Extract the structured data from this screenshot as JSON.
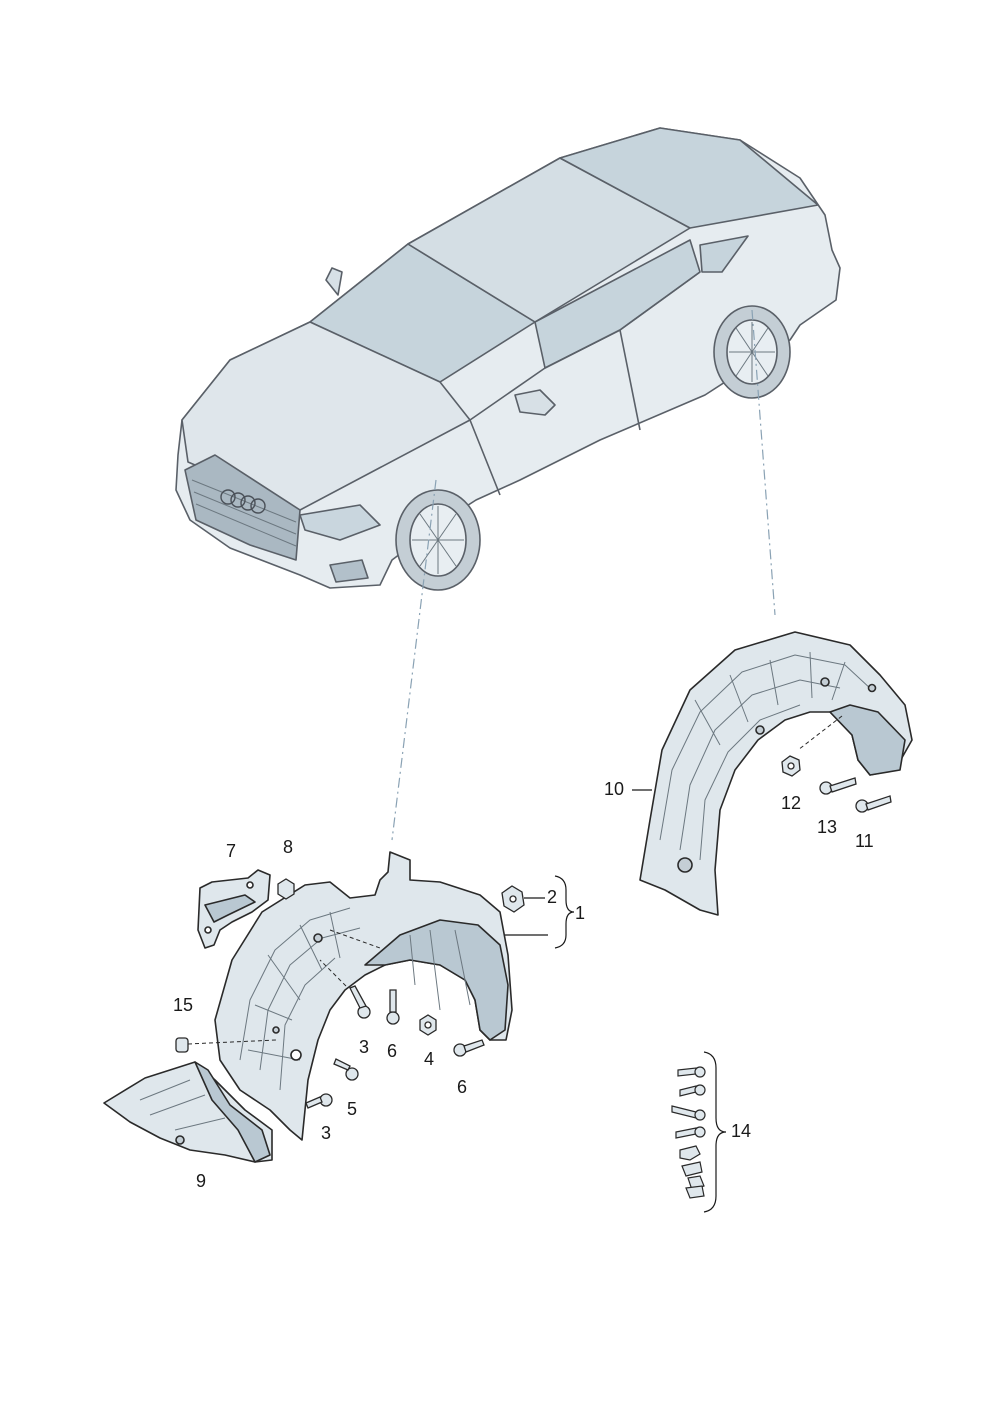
{
  "callouts": {
    "c1": "1",
    "c2": "2",
    "c3a": "3",
    "c3b": "3",
    "c4": "4",
    "c5": "5",
    "c6a": "6",
    "c6b": "6",
    "c7": "7",
    "c8": "8",
    "c9": "9",
    "c10": "10",
    "c11": "11",
    "c12": "12",
    "c13": "13",
    "c14": "14",
    "c15": "15"
  },
  "colors": {
    "car_fill": "#e6ecf0",
    "car_glass": "#c6d4dc",
    "car_stroke": "#5a6068",
    "part_fill": "#dfe7ec",
    "part_dark": "#b9c8d2",
    "line": "#2a2a2a",
    "leader_dash": "#8aa2b4"
  }
}
